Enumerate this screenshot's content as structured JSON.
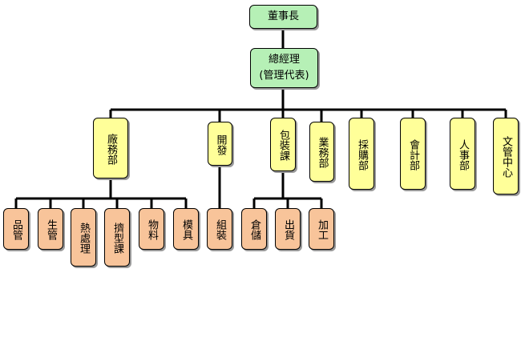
{
  "chart": {
    "chairman": "董事長",
    "gm": {
      "line1": "總經理",
      "line2": "(管理代表)"
    },
    "departments": [
      "廠務部",
      "開發",
      "包裝課",
      "業務部",
      "採購部",
      "會計部",
      "人事部",
      "文管中心"
    ],
    "factory_units": [
      "品管",
      "生管",
      "熱處理",
      "擠型課",
      "物料",
      "模具"
    ],
    "dev_units": [
      "組裝"
    ],
    "pack_units": [
      "倉儲",
      "出貨",
      "加工"
    ]
  },
  "colors": {
    "top": "#b6f0b6",
    "department": "#ffff99",
    "unit": "#f8c49a"
  }
}
